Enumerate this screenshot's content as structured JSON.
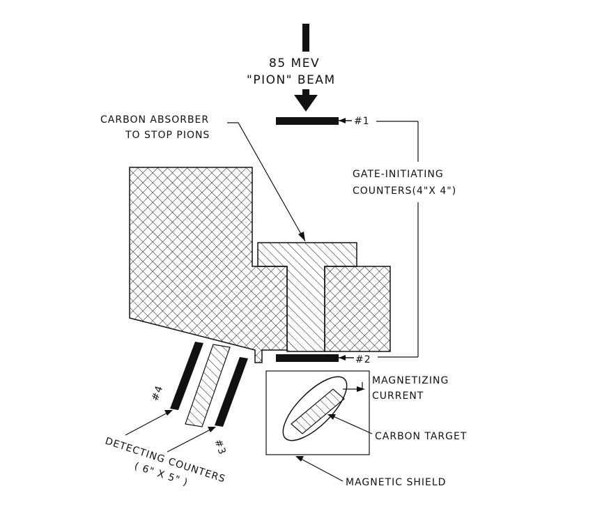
{
  "beam": {
    "line1": "85 MEV",
    "line2": "\"PION\" BEAM"
  },
  "labels": {
    "absorber_line1": "CARBON ABSORBER",
    "absorber_line2": "TO STOP PIONS",
    "gate_line1": "GATE-INITIATING",
    "gate_line2": "COUNTERS(4\"X 4\")",
    "magnetizing_line1": "MAGNETIZING",
    "magnetizing_line2": "CURRENT",
    "carbon_target": "CARBON TARGET",
    "magnetic_shield": "MAGNETIC SHIELD",
    "detecting_line1": "DETECTING COUNTERS",
    "detecting_line2": "( 6\" X 5\" )"
  },
  "counters": {
    "c1": "#1",
    "c2": "#2",
    "c3": "#3",
    "c4": "#4"
  },
  "colors": {
    "ink": "#111111",
    "background": "#ffffff"
  }
}
